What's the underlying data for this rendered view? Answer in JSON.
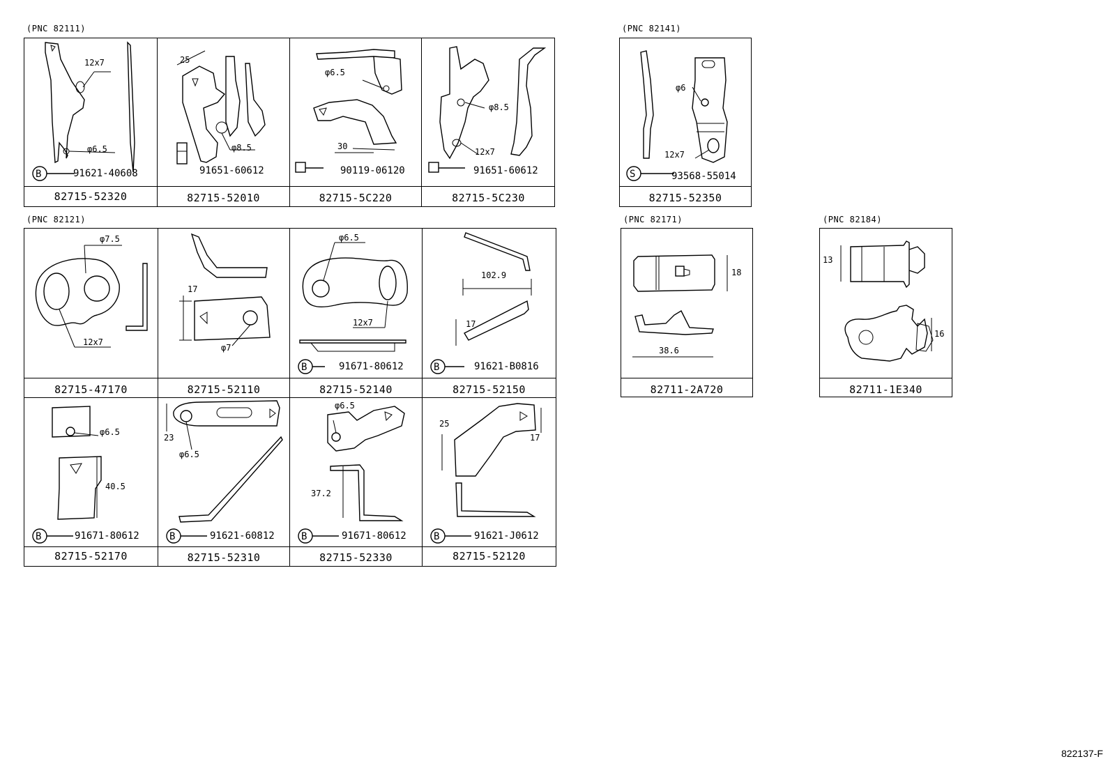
{
  "pnc_labels": {
    "g1": "(PNC 82111)",
    "g2": "(PNC 82121)",
    "g3": "(PNC 82141)",
    "g4": "(PNC 82171)",
    "g5": "(PNC 82184)"
  },
  "group1": [
    {
      "part_no": "82715-52320",
      "bolt_no": "91621-40608",
      "bolt_symbol": "B",
      "dims": [
        "12x7",
        "φ6.5"
      ]
    },
    {
      "part_no": "82715-52010",
      "bolt_no": "91651-60612",
      "dims": [
        "25",
        "φ8.5"
      ]
    },
    {
      "part_no": "82715-5C220",
      "bolt_no": "90119-06120",
      "dims": [
        "φ6.5",
        "30"
      ]
    },
    {
      "part_no": "82715-5C230",
      "bolt_no": "91651-60612",
      "dims": [
        "φ8.5",
        "12x7"
      ]
    }
  ],
  "group2_row1": [
    {
      "part_no": "82715-47170",
      "dims": [
        "φ7.5",
        "12x7"
      ]
    },
    {
      "part_no": "82715-52110",
      "dims": [
        "17",
        "φ7"
      ]
    },
    {
      "part_no": "82715-52140",
      "bolt_no": "91671-80612",
      "bolt_symbol": "B",
      "dims": [
        "φ6.5",
        "12x7"
      ]
    },
    {
      "part_no": "82715-52150",
      "bolt_no": "91621-B0816",
      "bolt_symbol": "B",
      "dims": [
        "102.9",
        "17"
      ]
    }
  ],
  "group2_row2": [
    {
      "part_no": "82715-52170",
      "bolt_no": "91671-80612",
      "bolt_symbol": "B",
      "dims": [
        "φ6.5",
        "40.5"
      ]
    },
    {
      "part_no": "82715-52310",
      "bolt_no": "91621-60812",
      "bolt_symbol": "B",
      "dims": [
        "23",
        "φ6.5"
      ]
    },
    {
      "part_no": "82715-52330",
      "bolt_no": "91671-80612",
      "bolt_symbol": "B",
      "dims": [
        "φ6.5",
        "37.2"
      ]
    },
    {
      "part_no": "82715-52120",
      "bolt_no": "91621-J0612",
      "bolt_symbol": "B",
      "dims": [
        "25",
        "17"
      ]
    }
  ],
  "group3": {
    "part_no": "82715-52350",
    "bolt_no": "93568-55014",
    "bolt_symbol": "S",
    "dims": [
      "φ6",
      "12x7"
    ]
  },
  "group4": {
    "part_no": "82711-2A720",
    "dims": [
      "18",
      "38.6"
    ]
  },
  "group5": {
    "part_no": "82711-1E340",
    "dims": [
      "13",
      "16"
    ]
  },
  "figure_code": "822137-F"
}
